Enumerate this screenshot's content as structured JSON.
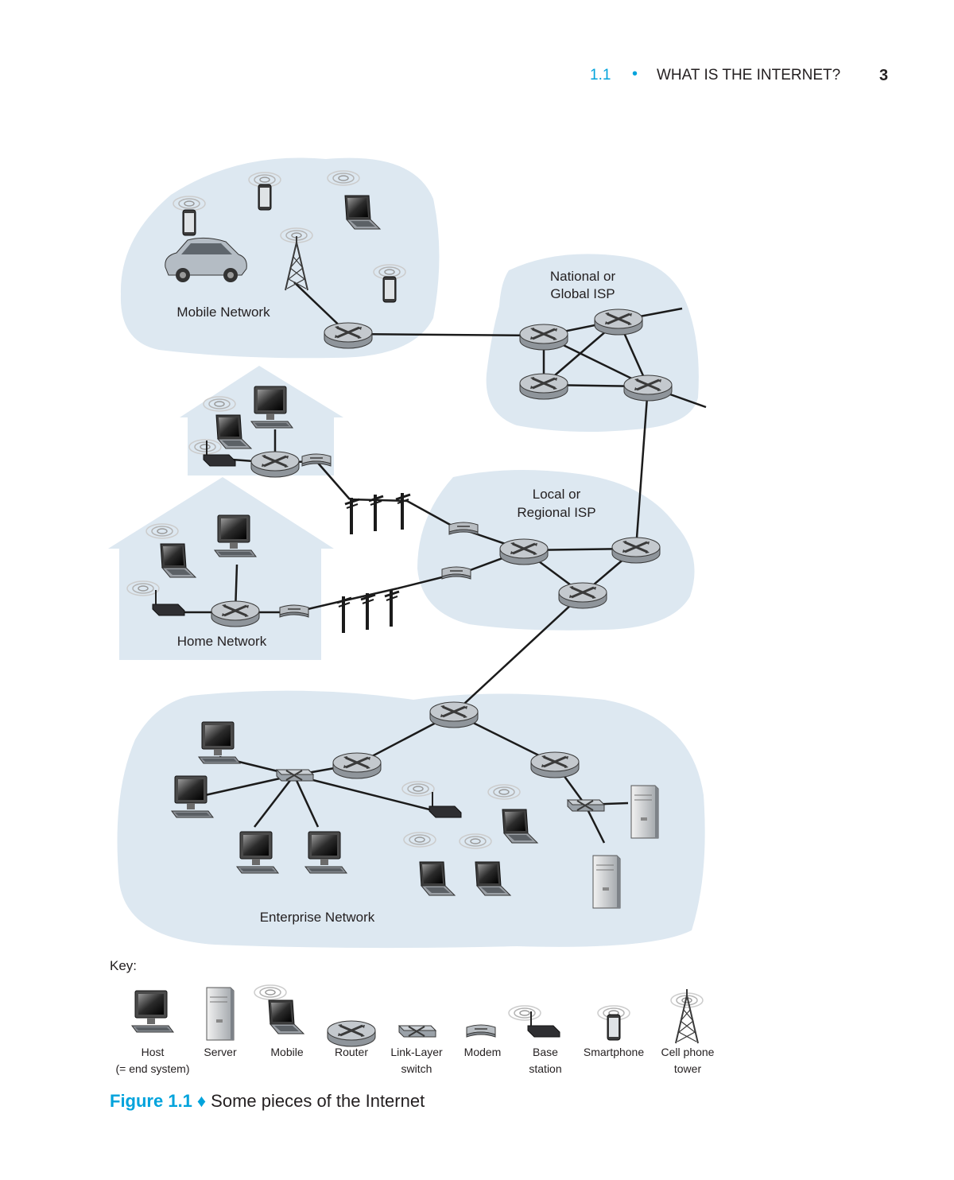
{
  "header": {
    "section": "1.1",
    "bullet": "•",
    "title": "WHAT IS THE INTERNET?",
    "page": "3"
  },
  "diagram": {
    "labels": {
      "mobile": "Mobile Network",
      "national_line1": "National or",
      "national_line2": "Global ISP",
      "local_line1": "Local or",
      "local_line2": "Regional ISP",
      "home": "Home Network",
      "enterprise": "Enterprise Network"
    }
  },
  "key": {
    "title": "Key:",
    "items": [
      {
        "icon": "host-icon",
        "line1": "Host",
        "line2": "(= end system)"
      },
      {
        "icon": "server-icon",
        "line1": "Server",
        "line2": ""
      },
      {
        "icon": "mobile-icon",
        "line1": "Mobile",
        "line2": ""
      },
      {
        "icon": "router-icon",
        "line1": "Router",
        "line2": ""
      },
      {
        "icon": "link-layer-switch-icon",
        "line1": "Link-Layer",
        "line2": "switch"
      },
      {
        "icon": "modem-icon",
        "line1": "Modem",
        "line2": ""
      },
      {
        "icon": "base-station-icon",
        "line1": "Base",
        "line2": "station"
      },
      {
        "icon": "smartphone-icon",
        "line1": "Smartphone",
        "line2": ""
      },
      {
        "icon": "cell-tower-icon",
        "line1": "Cell phone",
        "line2": "tower"
      }
    ]
  },
  "caption": {
    "number": "Figure 1.1",
    "separator": "♦",
    "text": "Some pieces of the Internet"
  },
  "colors": {
    "accent": "#00a3dc",
    "cloud": "#dde8f1",
    "router": "#b9bec4"
  }
}
